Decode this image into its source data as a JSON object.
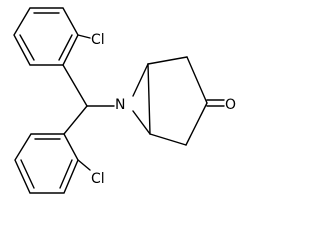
{
  "diagram": {
    "atoms": {
      "cl_top": "Cl",
      "cl_bottom": "Cl",
      "nitrogen": "N",
      "oxygen": "O"
    }
  }
}
